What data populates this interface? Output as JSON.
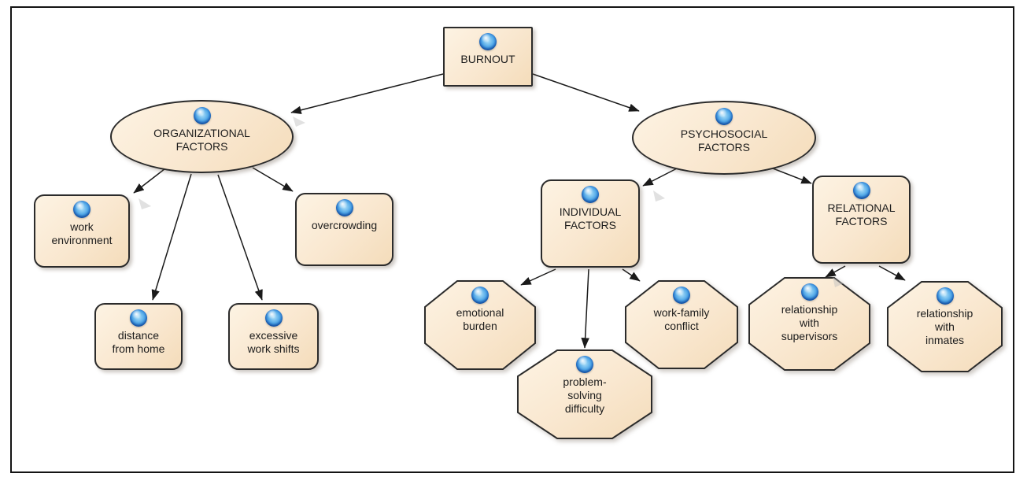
{
  "figure": {
    "type": "concept-map",
    "root": "BURNOUT"
  },
  "colors": {
    "background": "#ffffff",
    "frame_border": "#141414",
    "node_fill_light": "#fdf3e3",
    "node_fill_dark": "#f4dcba",
    "node_border": "#2b2b2b",
    "arrow": "#1a1a1a",
    "sphere_blue": "#1d6fd0"
  },
  "icons": {
    "node_bullet": "blue-sphere-icon"
  },
  "nodes": {
    "burnout": {
      "label": "BURNOUT",
      "shape": "rectangle"
    },
    "organizational": {
      "label": "ORGANIZATIONAL\nFACTORS",
      "shape": "ellipse"
    },
    "psychosocial": {
      "label": "PSYCHOSOCIAL\nFACTORS",
      "shape": "ellipse"
    },
    "work_environment": {
      "label": "work\nenvironment",
      "shape": "rounded-rect"
    },
    "overcrowding": {
      "label": "overcrowding",
      "shape": "rounded-rect"
    },
    "distance_from_home": {
      "label": "distance\nfrom home",
      "shape": "rounded-rect"
    },
    "excessive_work_shifts": {
      "label": "excessive\nwork shifts",
      "shape": "rounded-rect"
    },
    "individual": {
      "label": "INDIVIDUAL\nFACTORS",
      "shape": "rounded-rect"
    },
    "relational": {
      "label": "RELATIONAL\nFACTORS",
      "shape": "rounded-rect"
    },
    "emotional_burden": {
      "label": "emotional\nburden",
      "shape": "octagon"
    },
    "problem_solving_difficulty": {
      "label": "problem-\nsolving\ndifficulty",
      "shape": "octagon"
    },
    "work_family_conflict": {
      "label": "work-family\nconflict",
      "shape": "octagon"
    },
    "relationship_with_supervisors": {
      "label": "relationship\nwith\nsupervisors",
      "shape": "octagon"
    },
    "relationship_with_inmates": {
      "label": "relationship\nwith\ninmates",
      "shape": "octagon"
    }
  },
  "edges": [
    {
      "from": "BURNOUT",
      "to": "ORGANIZATIONAL FACTORS"
    },
    {
      "from": "BURNOUT",
      "to": "PSYCHOSOCIAL FACTORS"
    },
    {
      "from": "ORGANIZATIONAL FACTORS",
      "to": "work environment"
    },
    {
      "from": "ORGANIZATIONAL FACTORS",
      "to": "distance from home"
    },
    {
      "from": "ORGANIZATIONAL FACTORS",
      "to": "excessive work shifts"
    },
    {
      "from": "ORGANIZATIONAL FACTORS",
      "to": "overcrowding"
    },
    {
      "from": "PSYCHOSOCIAL FACTORS",
      "to": "INDIVIDUAL FACTORS"
    },
    {
      "from": "PSYCHOSOCIAL FACTORS",
      "to": "RELATIONAL FACTORS"
    },
    {
      "from": "INDIVIDUAL FACTORS",
      "to": "emotional burden"
    },
    {
      "from": "INDIVIDUAL FACTORS",
      "to": "problem-solving difficulty"
    },
    {
      "from": "INDIVIDUAL FACTORS",
      "to": "work-family conflict"
    },
    {
      "from": "RELATIONAL FACTORS",
      "to": "relationship with supervisors"
    },
    {
      "from": "RELATIONAL FACTORS",
      "to": "relationship with inmates"
    }
  ]
}
